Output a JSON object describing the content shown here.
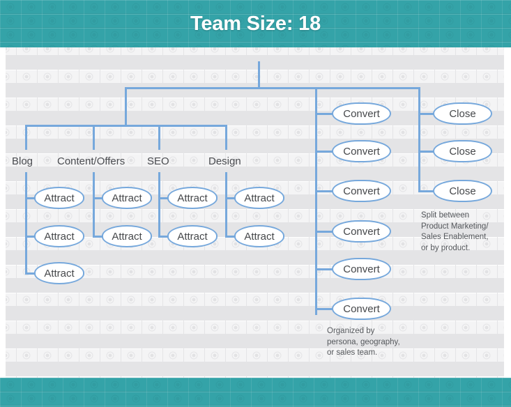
{
  "header": {
    "title": "Team Size: 18"
  },
  "colors": {
    "banner_teal": "#34a3a8",
    "connector_blue": "#76a8dc",
    "node_border": "#76a8dc",
    "node_fill": "#ffffff",
    "node_text": "#45474a",
    "canvas": "#f1f1f2",
    "title_text": "#ffffff"
  },
  "chart_data": {
    "type": "diagram",
    "title": "Team Size: 18",
    "diagram_kind": "org-chart",
    "total_headcount": 18,
    "branches": [
      {
        "name": "Attract",
        "columns": [
          {
            "label": "Blog",
            "nodes": [
              "Attract",
              "Attract",
              "Attract"
            ]
          },
          {
            "label": "Content/Offers",
            "nodes": [
              "Attract",
              "Attract"
            ]
          },
          {
            "label": "SEO",
            "nodes": [
              "Attract",
              "Attract"
            ]
          },
          {
            "label": "Design",
            "nodes": [
              "Attract",
              "Attract"
            ]
          }
        ],
        "count": 9
      },
      {
        "name": "Convert",
        "nodes": [
          "Convert",
          "Convert",
          "Convert",
          "Convert",
          "Convert",
          "Convert"
        ],
        "count": 6,
        "note": "Organized by\npersona, geography,\nor sales team."
      },
      {
        "name": "Close",
        "nodes": [
          "Close",
          "Close",
          "Close"
        ],
        "count": 3,
        "note": "Split between\nProduct Marketing/\nSales Enablement,\nor by product."
      }
    ]
  },
  "labels": {
    "blog": "Blog",
    "content_offers": "Content/Offers",
    "seo": "SEO",
    "design": "Design"
  },
  "nodes": {
    "attract": "Attract",
    "convert": "Convert",
    "close": "Close"
  },
  "notes": {
    "convert": "Organized by\npersona, geography,\nor sales team.",
    "close": "Split between\nProduct Marketing/\nSales Enablement,\nor by product."
  }
}
